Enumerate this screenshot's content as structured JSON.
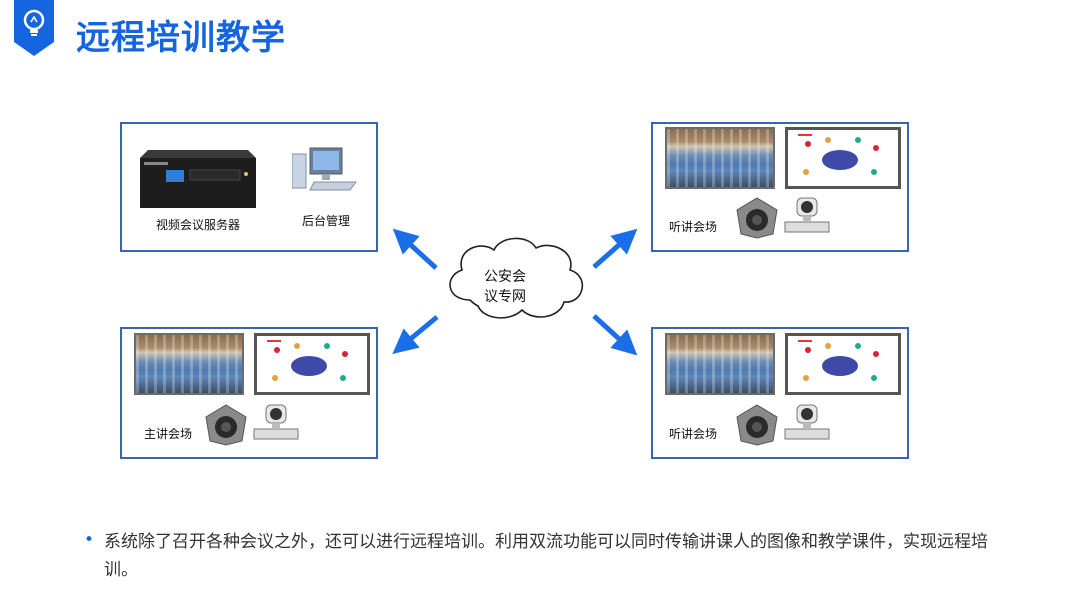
{
  "header": {
    "title": "远程培训教学"
  },
  "diagram": {
    "network_label_line1": "公安会",
    "network_label_line2": "议专网",
    "panels": {
      "server": {
        "label": "视频会议服务器"
      },
      "admin": {
        "label": "后台管理"
      },
      "main": {
        "label": "主讲会场"
      },
      "listen_top": {
        "label": "听讲会场"
      },
      "listen_bottom": {
        "label": "听讲会场"
      }
    }
  },
  "description": {
    "bullet": "•",
    "text": "系统除了召开各种会议之外，还可以进行远程培训。利用双流功能可以同时传输讲课人的图像和教学课件，实现远程培训。"
  },
  "colors": {
    "accent": "#1565e0",
    "panel_border": "#3a64b0",
    "arrow": "#1a6fe8"
  }
}
